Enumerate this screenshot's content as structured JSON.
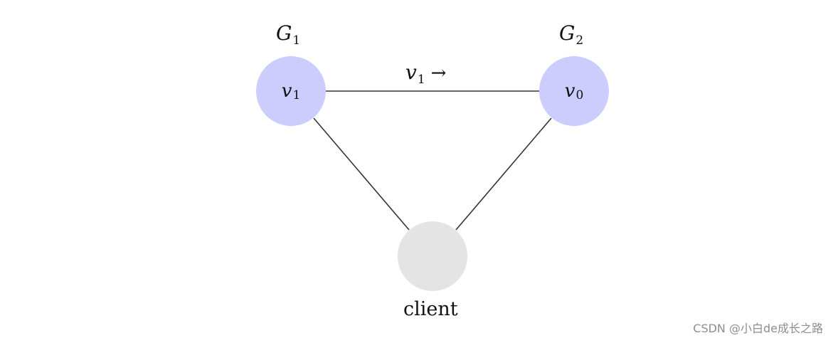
{
  "diagram": {
    "nodes": [
      {
        "id": "v1",
        "label_main": "v",
        "label_sub": "1",
        "group_main": "G",
        "group_sub": "1",
        "fill": "#cccdfd"
      },
      {
        "id": "v0",
        "label_main": "v",
        "label_sub": "0",
        "group_main": "G",
        "group_sub": "2",
        "fill": "#cccdfd"
      },
      {
        "id": "client",
        "label": "client",
        "fill": "#e4e4e4"
      }
    ],
    "edge_label": {
      "main": "v",
      "sub": "1",
      "arrow": "→"
    },
    "edge_color": "#333333"
  },
  "watermark": "CSDN @小白de成长之路"
}
